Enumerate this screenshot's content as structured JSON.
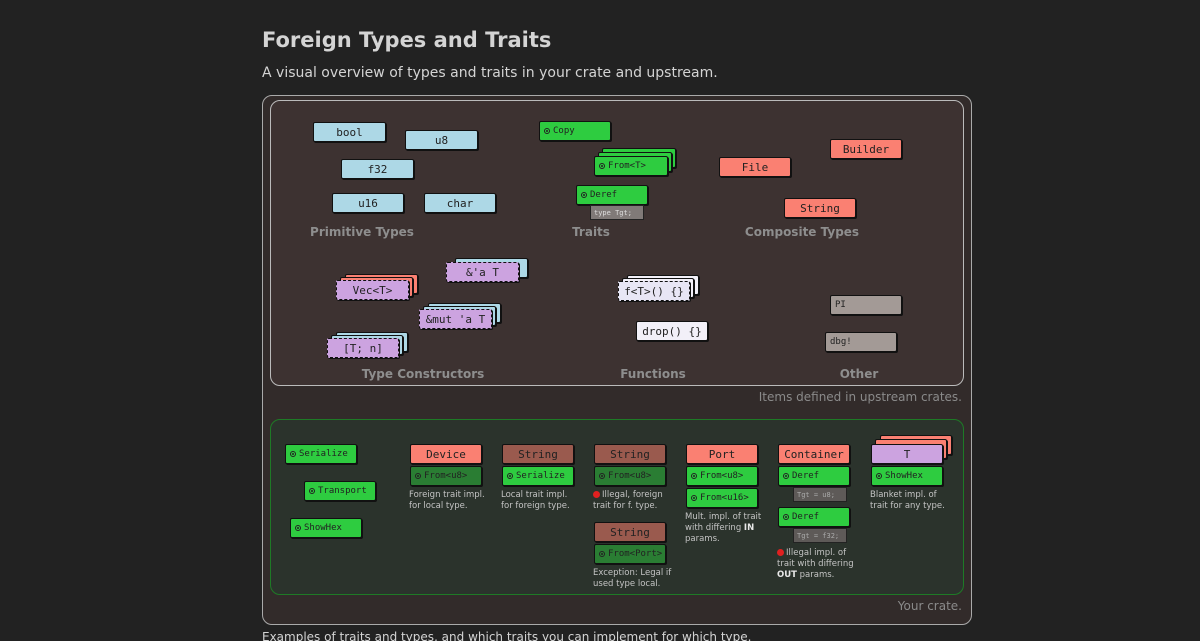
{
  "header": {
    "title": "Foreign Types and Traits",
    "subtitle": "A visual overview of types and traits in your crate and upstream."
  },
  "upstream": {
    "caption": "Items defined in upstream crates.",
    "categories": {
      "primitive": "Primitive Types",
      "traits": "Traits",
      "composite": "Composite Types",
      "constructors": "Type Constructors",
      "functions": "Functions",
      "other": "Other"
    },
    "primitives": [
      "bool",
      "u8",
      "f32",
      "u16",
      "char"
    ],
    "traits": {
      "copy": "Copy",
      "from": "From<T>",
      "deref": "Deref",
      "deref_tgt": "type Tgt;"
    },
    "composites": [
      "Builder",
      "File",
      "String"
    ],
    "constructors": [
      "&'a T",
      "Vec<T>",
      "&mut 'a T",
      "[T; n]"
    ],
    "functions": [
      "f<T>() {}",
      "drop() {}"
    ],
    "other": [
      "PI",
      "dbg!"
    ]
  },
  "crate": {
    "caption": "Your crate.",
    "left_traits": [
      "Serialize",
      "Transport",
      "ShowHex"
    ],
    "col_device": {
      "type": "Device",
      "trait": "From<u8>",
      "note_l1": "Foreign trait impl.",
      "note_l2": "for local type."
    },
    "col_string1": {
      "type": "String",
      "trait": "Serialize",
      "note_l1": "Local trait impl.",
      "note_l2": "for foreign type."
    },
    "col_string2": {
      "type": "String",
      "trait": "From<u8>",
      "note_l1": "Illegal, foreign",
      "note_l2": "trait for f. type.",
      "type2": "String",
      "trait2": "From<Port>",
      "note2_l1": "Exception: Legal if",
      "note2_l2": "used type local."
    },
    "col_port": {
      "type": "Port",
      "trait1": "From<u8>",
      "trait2": "From<u16>",
      "note_l1": "Mult. impl. of trait",
      "note_l2a": "with differing ",
      "note_l2b": "IN",
      "note_l3": "params."
    },
    "col_container": {
      "type": "Container",
      "trait1": "Deref",
      "tgt1": "Tgt = u8;",
      "trait2": "Deref",
      "tgt2": "Tgt = f32;",
      "note_l1": "Illegal impl. of",
      "note_l2": "trait with differing",
      "note_l3a": "OUT",
      "note_l3b": " params."
    },
    "col_t": {
      "type": "T",
      "trait": "ShowHex",
      "note_l1": "Blanket impl. of",
      "note_l2": "trait for any type."
    }
  },
  "footer": {
    "text": "Examples of traits and types, and which traits you can implement for which type."
  },
  "colors": {
    "primitive": "#add8e6",
    "composite": "#fa8072",
    "trait": "#2ecc40",
    "generic": "#cca3e0",
    "illegal": "#e02020"
  }
}
